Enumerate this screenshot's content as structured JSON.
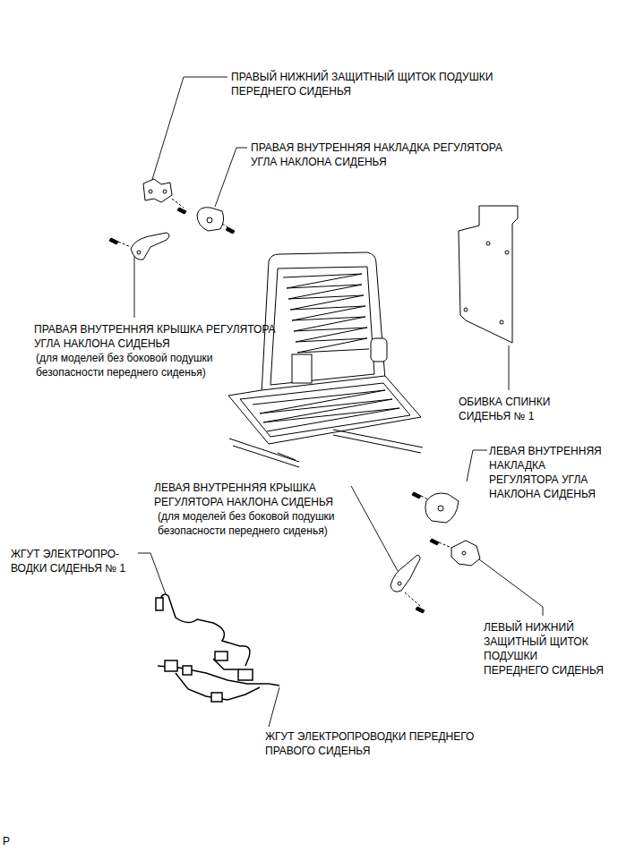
{
  "diagram": {
    "labels": [
      "ПРАВЫЙ НИЖНИЙ ЗАЩИТНЫЙ ЩИТОК ПОДУШКИ ПЕРЕДНЕГО СИДЕНЬЯ",
      "ПРАВАЯ ВНУТРЕННЯЯ НАКЛАДКА РЕГУЛЯТОРА УГЛА НАКЛОНА СИДЕНЬЯ",
      "ПРАВАЯ ВНУТРЕННЯЯ КРЫШКА РЕГУЛЯТОРА УГЛА НАКЛОНА СИДЕНЬЯ",
      "(для моделей без боковой подушки безопасности переднего сиденья)",
      "ОБИВКА СПИНКИ СИДЕНЬЯ № 1",
      "ЛЕВАЯ ВНУТРЕННЯЯ НАКЛАДКА РЕГУЛЯТОРА УГЛА НАКЛОНА СИДЕНЬЯ",
      "ЛЕВАЯ ВНУТРЕННЯЯ КРЫШКА РЕГУЛЯТОРА НАКЛОНА СИДЕНЬЯ",
      "(для моделей без боковой подушки безопасности переднего сиденья)",
      "ЖГУТ ЭЛЕКТРОПРО- ВОДКИ СИДЕНЬЯ № 1",
      "ЛЕВЫЙ НИЖНИЙ ЗАЩИТНЫЙ ЩИТОК ПОДУШКИ ПЕРЕДНЕГО СИДЕНЬЯ",
      "ЖГУТ ЭЛЕКТРОПРОВОДКИ ПЕРЕДНЕГО ПРАВОГО СИДЕНЬЯ",
      "P"
    ]
  }
}
